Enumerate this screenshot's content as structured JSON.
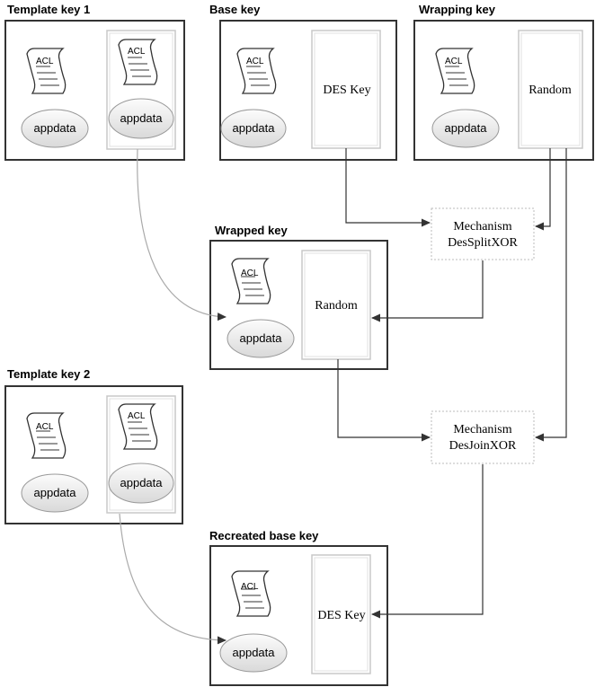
{
  "acl_label": "ACL",
  "appdata_label": "appdata",
  "template_key_1": {
    "title": "Template key 1"
  },
  "base_key": {
    "title": "Base key",
    "value": "DES Key"
  },
  "wrapping_key": {
    "title": "Wrapping key",
    "value": "Random"
  },
  "wrapped_key": {
    "title": "Wrapped key",
    "value": "Random"
  },
  "template_key_2": {
    "title": "Template key 2"
  },
  "recreated_base_key": {
    "title": "Recreated base key",
    "value": "DES Key"
  },
  "mechanism_split": {
    "line1": "Mechanism",
    "line2": "DesSplitXOR"
  },
  "mechanism_join": {
    "line1": "Mechanism",
    "line2": "DesJoinXOR"
  }
}
